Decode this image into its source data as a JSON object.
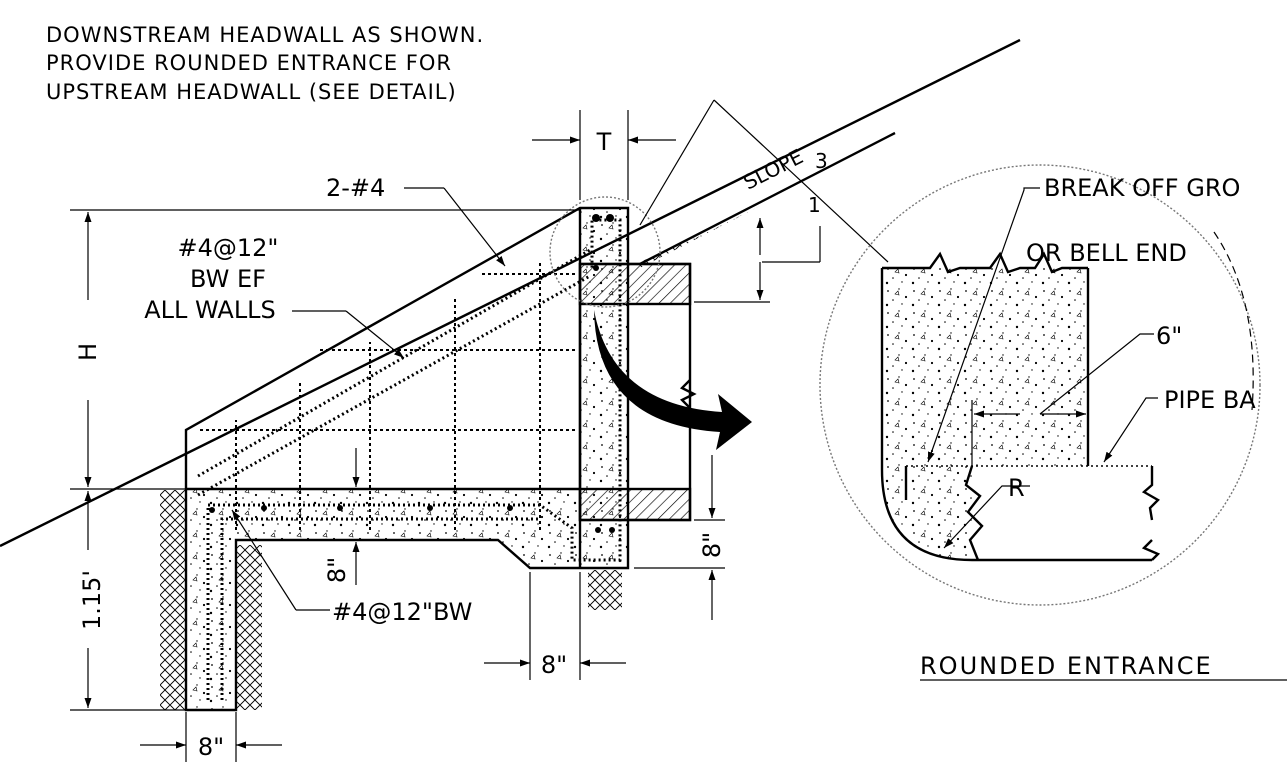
{
  "notes": {
    "line1": "DOWNSTREAM HEADWALL AS SHOWN.",
    "line2": "PROVIDE ROUNDED ENTRANCE FOR",
    "line3": "UPSTREAM HEADWALL (SEE DETAIL)"
  },
  "labels": {
    "t": "T",
    "slope": "SLOPE",
    "slope_3": "3",
    "slope_1": "1",
    "bars_2_4": "2-#4",
    "rebar_line1": "#4@12\"",
    "rebar_line2": "BW EF",
    "rebar_line3": "ALL WALLS",
    "h": "H",
    "dim_115": "1.15'",
    "dim_8_bottom": "8\"",
    "dim_8_middle": "8\"",
    "dim_8_slab": "8\"",
    "dim_8_right": "8\"",
    "rebar_bw": "#4@12\"BW"
  },
  "detail": {
    "break_off_1": "BREAK OFF GRO",
    "break_off_2": "OR BELL END",
    "six_in": "6\"",
    "pipe_barrel": "PIPE BA",
    "radius": "R",
    "title": "ROUNDED ENTRANCE"
  }
}
